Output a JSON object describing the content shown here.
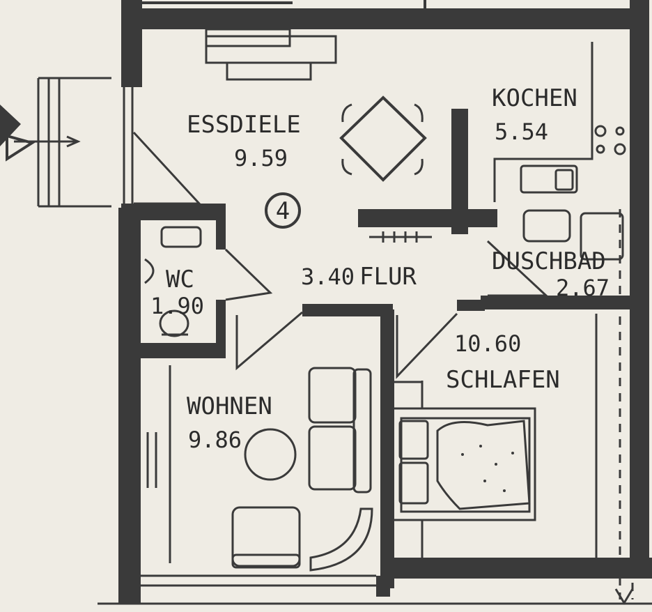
{
  "plan": {
    "unit_number": "4",
    "rooms": [
      {
        "id": "essdiele",
        "name": "ESSDIELE",
        "area": "9.59"
      },
      {
        "id": "kochen",
        "name": "KOCHEN",
        "area": "5.54"
      },
      {
        "id": "flur",
        "name": "FLUR",
        "area": "3.40"
      },
      {
        "id": "wc",
        "name": "WC",
        "area": "1.90"
      },
      {
        "id": "duschbad",
        "name": "DUSCHBAD",
        "area": "2.67"
      },
      {
        "id": "wohnen",
        "name": "WOHNEN",
        "area": "9.86"
      },
      {
        "id": "schlafen",
        "name": "SCHLAFEN",
        "area": "10.60"
      }
    ]
  }
}
